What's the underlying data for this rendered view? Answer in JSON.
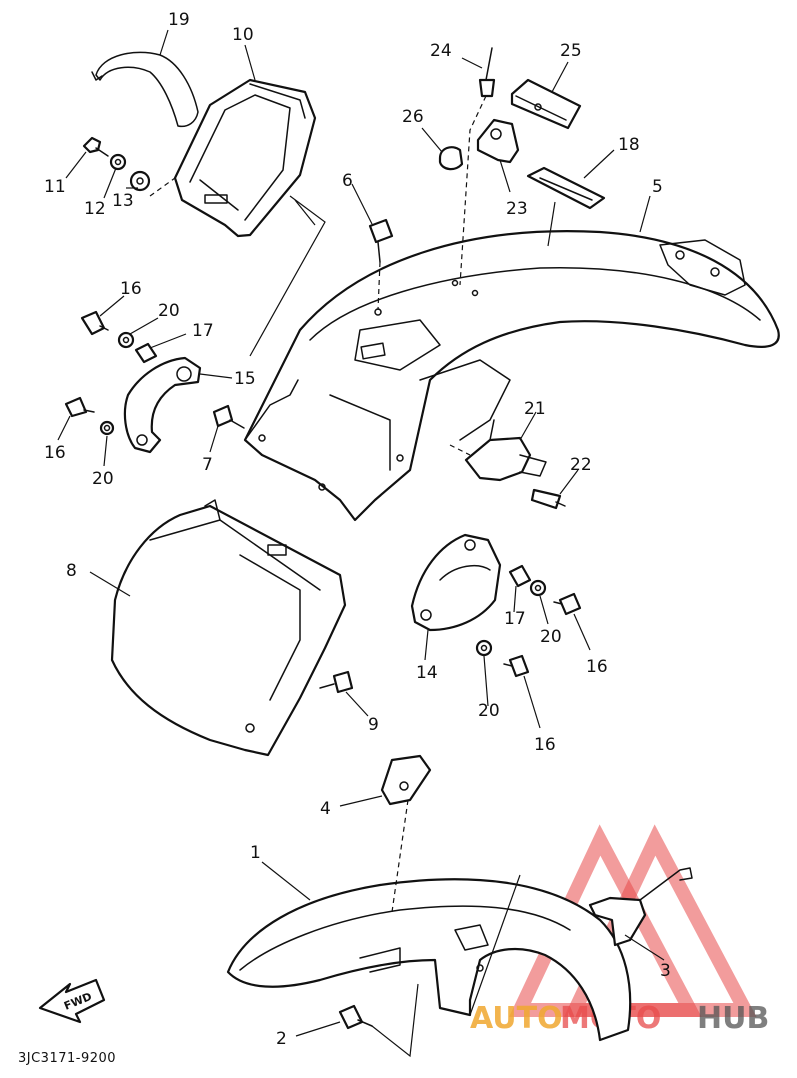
{
  "diagram": {
    "code": "3JC3171-9200",
    "fwd_label": "FWD",
    "callouts": {
      "c1": "1",
      "c2": "2",
      "c3": "3",
      "c4": "4",
      "c5": "5",
      "c6": "6",
      "c7": "7",
      "c8": "8",
      "c9": "9",
      "c10": "10",
      "c11": "11",
      "c12": "12",
      "c13": "13",
      "c14": "14",
      "c15": "15",
      "c16a": "16",
      "c16b": "16",
      "c16c": "16",
      "c16d": "16",
      "c17a": "17",
      "c17b": "17",
      "c18": "18",
      "c19": "19",
      "c20a": "20",
      "c20b": "20",
      "c20c": "20",
      "c20d": "20",
      "c21": "21",
      "c22": "22",
      "c23": "23",
      "c24": "24",
      "c25": "25",
      "c26": "26"
    }
  },
  "watermark": {
    "text_part1": "AUTO",
    "text_part2": "MOTO",
    "text_part3": "HUB",
    "color_primary": "#f0a830",
    "color_secondary": "#e84b4b",
    "color_tertiary": "#555555"
  }
}
